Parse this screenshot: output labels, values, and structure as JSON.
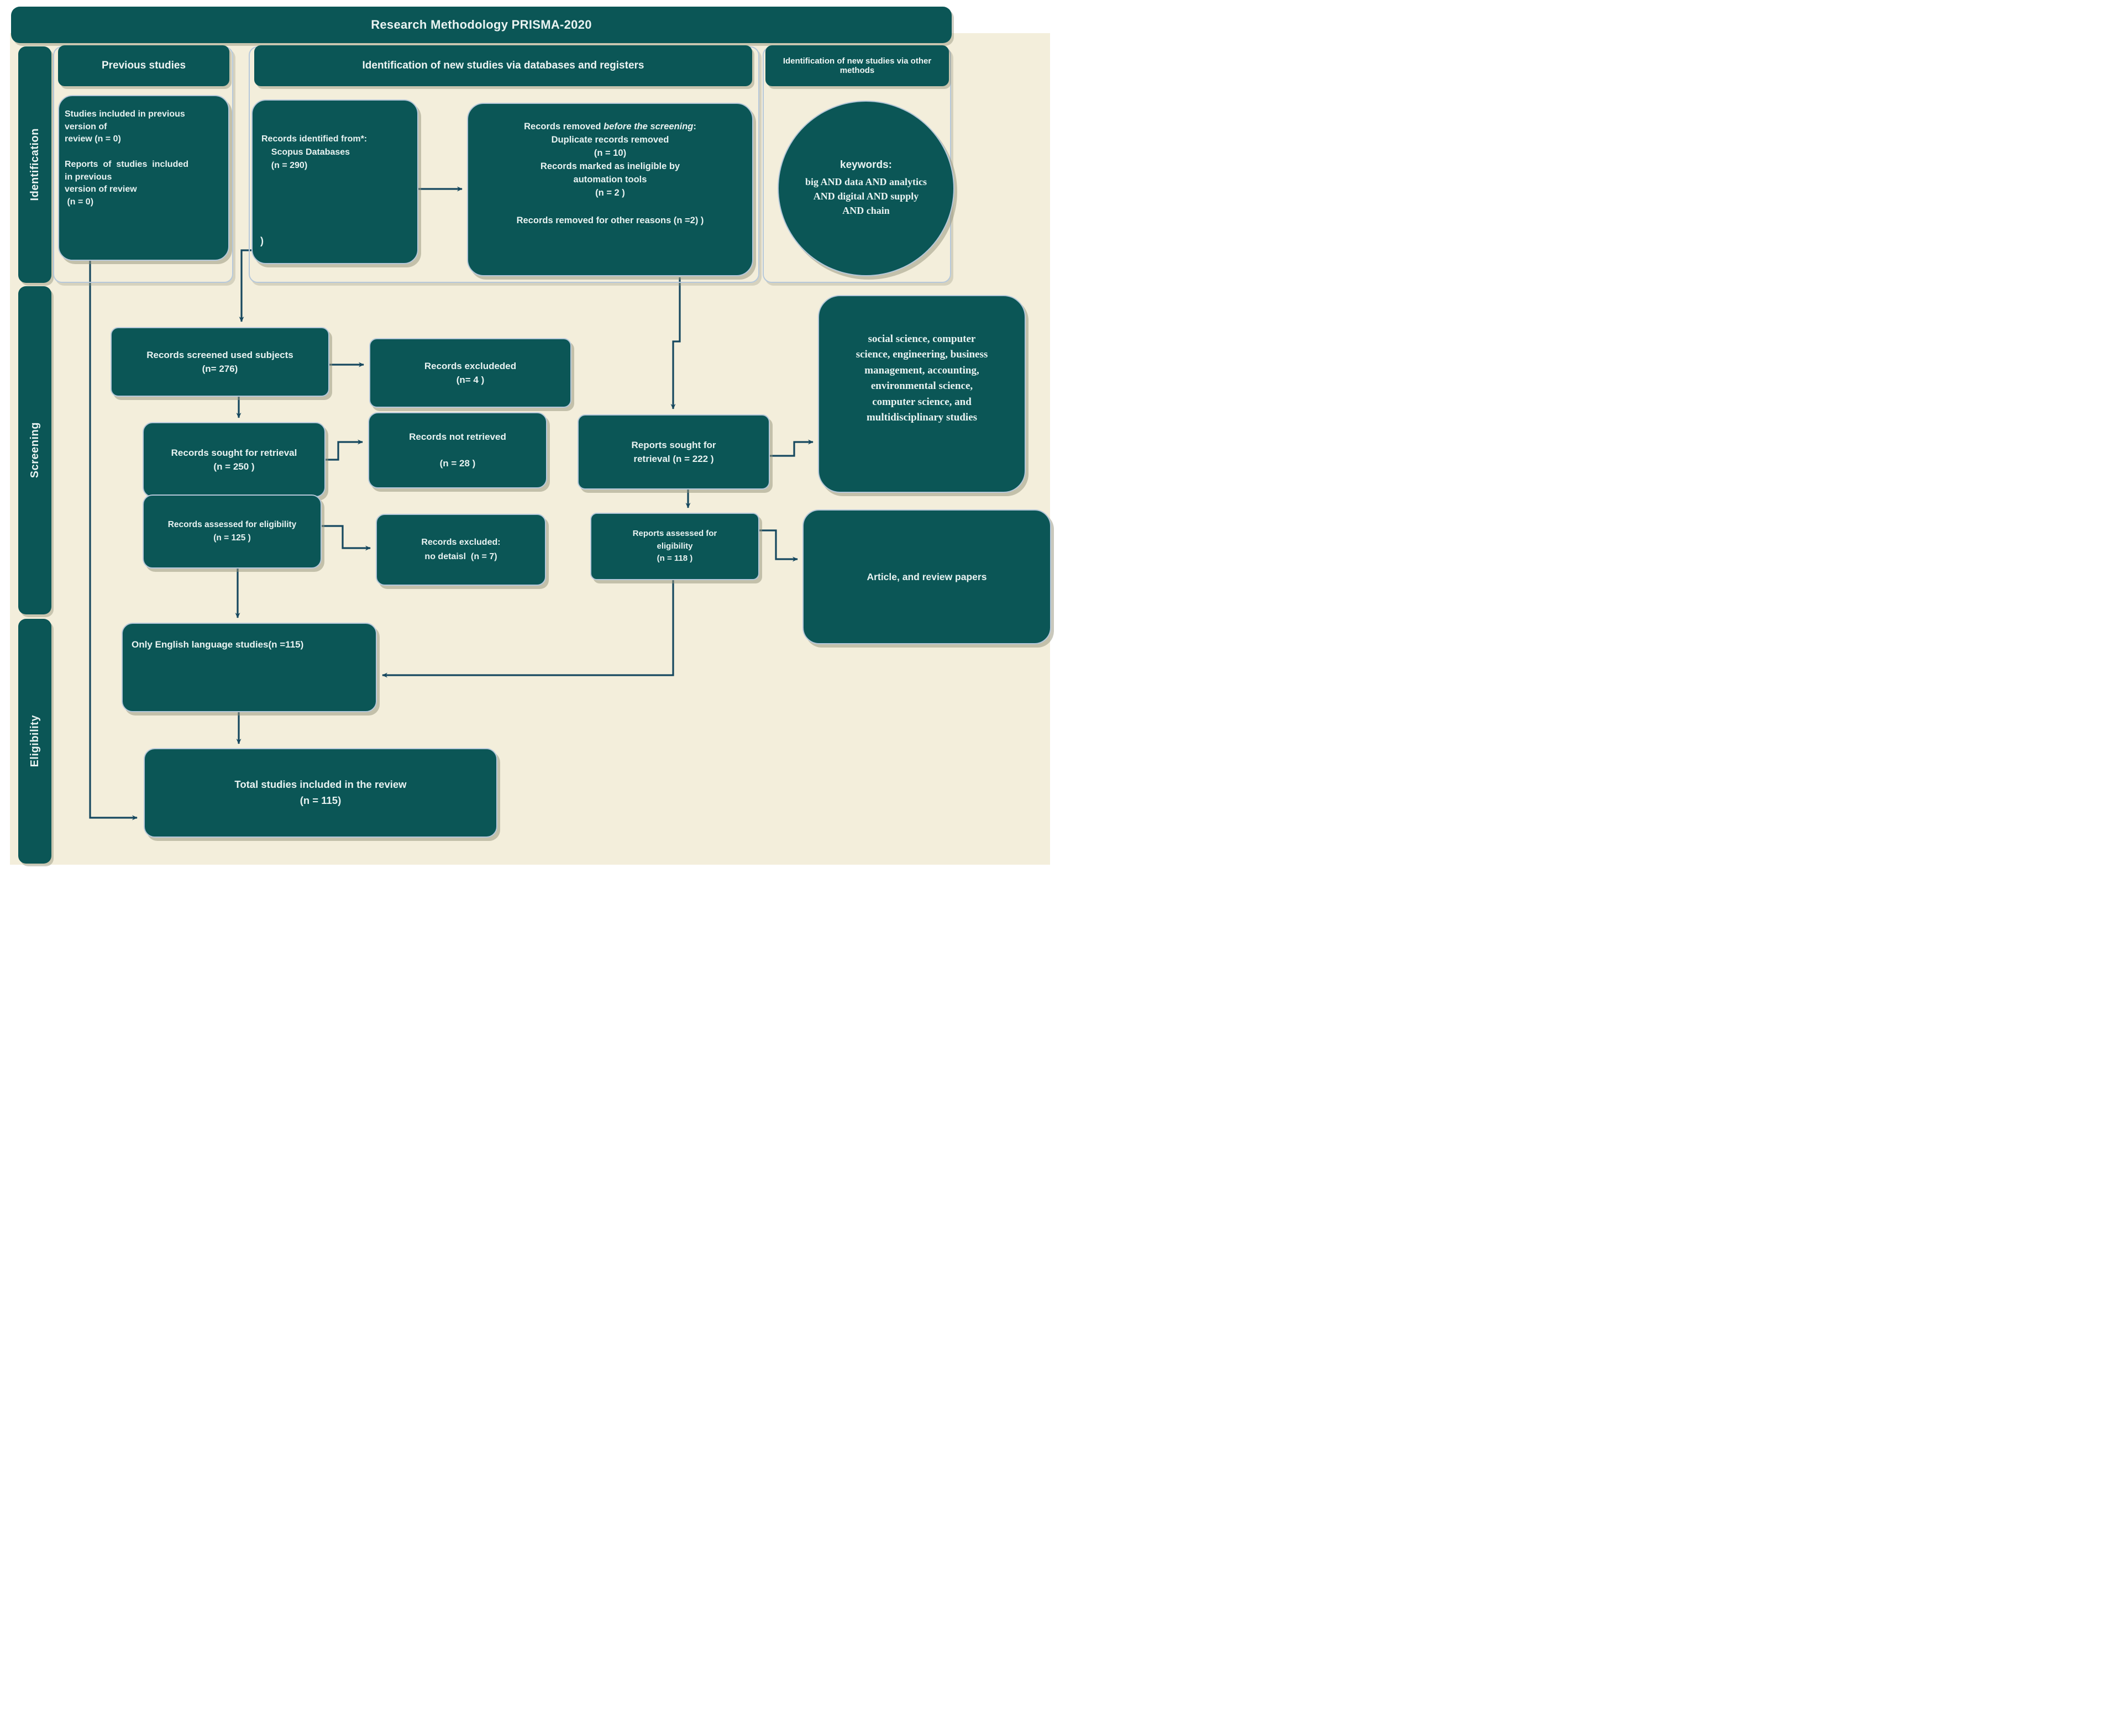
{
  "colors": {
    "teal": "#0b5656",
    "beige": "#f3eedb",
    "box_border": "#b6c8da",
    "arrow": "#16485f",
    "text_light": "#e9f3f2"
  },
  "title": "Research Methodology PRISMA-2020",
  "sidebar": {
    "identification": "Identification",
    "screening": "Screening",
    "eligibility": "Eligibility"
  },
  "headers": {
    "previous": "Previous studies",
    "databases": "Identification of new studies via databases and registers",
    "other": "Identification of new studies via other methods"
  },
  "identification": {
    "previous_studies": "Studies included in previous\nversion of\nreview (n = 0)\n\nReports  of  studies  included\nin previous\nversion of review\n (n = 0)",
    "records_identified": "Records identified from*:\n    Scopus Databases\n    (n = 290)",
    "records_identified_trailing": ")",
    "records_removed_prefix": "Records removed ",
    "records_removed_italic": "before the screening",
    "records_removed_colon": ":",
    "records_removed_rest": "Duplicate records removed\n(n = 10)\nRecords marked as ineligible by\nautomation tools\n(n = 2 )",
    "records_removed_other": "Records removed for other reasons (n =2) )",
    "keywords_title": "keywords:",
    "keywords_body": "big AND data AND analytics\nAND digital AND supply\nAND chain"
  },
  "screening": {
    "records_screened": "Records screened used subjects\n(n= 276)",
    "records_excludeded": "Records excludeded\n(n= 4 )",
    "records_sought": "Records sought for retrieval\n(n = 250 )",
    "records_not_retrieved": "Records not retrieved\n\n(n = 28 )",
    "reports_sought": "Reports sought for\nretrieval (n = 222 )",
    "subjects_note": "social science, computer\nscience, engineering, business\nmanagement, accounting,\nenvironmental science,\ncomputer science, and\nmultidisciplinary studies",
    "records_assessed": "Records assessed for eligibility\n(n = 125 )",
    "records_excluded_no_detail": "Records excluded:\nno detaisl  (n = 7)",
    "reports_assessed": "Reports assessed for\neligibility\n(n = 118 )",
    "article_note": "Article, and review papers"
  },
  "eligibility": {
    "only_english": "Only English language studies(n =115)",
    "total_included": "Total studies included in the review\n(n = 115)"
  }
}
